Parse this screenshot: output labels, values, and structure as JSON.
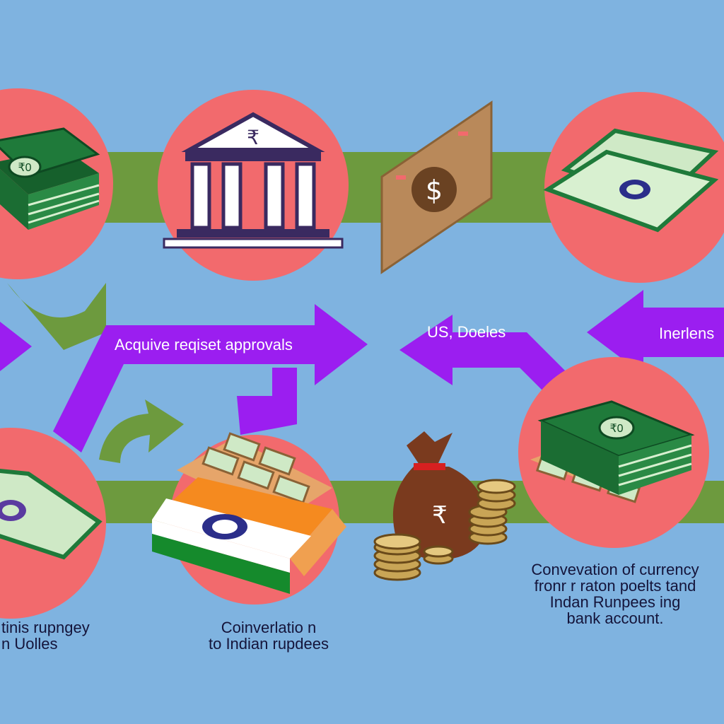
{
  "colors": {
    "background": "#7fb3e0",
    "circle": "#f26a6d",
    "arrow_purple": "#9b1ef0",
    "arrow_green": "#6d9a3e",
    "money_green": "#1f7a3a",
    "money_light": "#cfe9c6",
    "bag_brown": "#7a3a1e",
    "coin_gold": "#c9a556",
    "flag_saffron": "#f58a1f",
    "flag_green": "#158a2c",
    "chakra_blue": "#2b2e8a",
    "bank_purple": "#3a2a60",
    "check_tan": "#b9895a"
  },
  "icons": {
    "cash_stack_left": "cash-stack-icon",
    "bank": "bank-building-icon",
    "check": "check-rupee-icon",
    "banknotes_right": "banknotes-icon",
    "money_bag": "money-bag-icon",
    "coins": "coin-stack-icon",
    "indian_flag_money": "indian-flag-money-icon"
  },
  "symbols": {
    "bank_rupee": "₹",
    "check_symbol": "$",
    "note_symbol": "₹0",
    "note_symbol_2": "₹0",
    "bag_symbol": "₹"
  },
  "labels": {
    "arrow_1": "Acquive reqiset approvals",
    "arrow_2": "US, Doeles",
    "arrow_3": "Inerlens",
    "bottom_left": [
      "tinis rupngey",
      "n Uolles"
    ],
    "bottom_center": [
      "Coinverlatio n",
      "to Indian rupdees"
    ],
    "bottom_right": [
      "Convevation of currency",
      "fronr r raton poelts tand",
      "Indan Runpees ing",
      "bank account."
    ]
  }
}
